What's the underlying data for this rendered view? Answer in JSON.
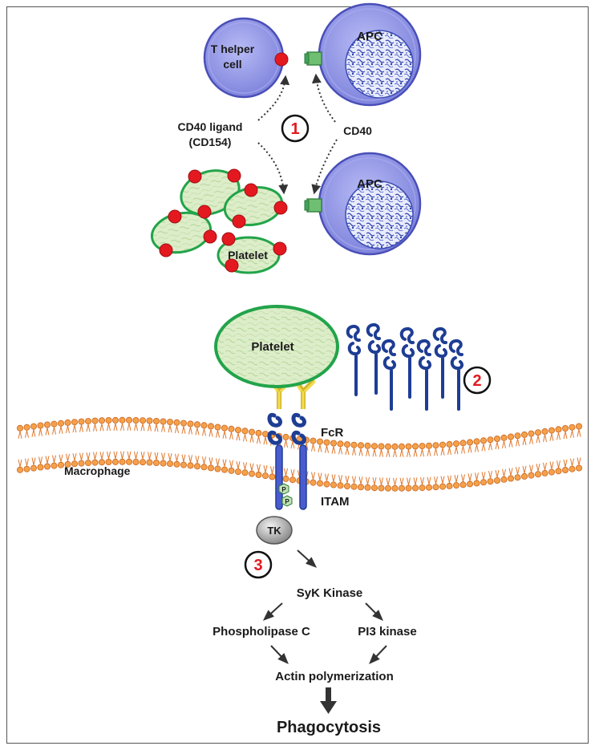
{
  "labels": {
    "t_helper_line1": "T helper",
    "t_helper_line2": "cell",
    "apc_top": "APC",
    "apc_bottom": "APC",
    "cd40_ligand": "CD40 ligand",
    "cd154": "(CD154)",
    "cd40": "CD40",
    "platelet_small": "Platelet",
    "platelet_large": "Platelet",
    "fcr": "FcR",
    "macrophage": "Macrophage",
    "itam": "ITAM",
    "phospho_p1": "P",
    "phospho_p2": "P",
    "tk": "TK",
    "syk": "SyK Kinase",
    "plc": "Phospholipase C",
    "pi3k": "PI3 kinase",
    "actin": "Actin polymerization",
    "phagocytosis": "Phagocytosis"
  },
  "steps": [
    "1",
    "2",
    "3"
  ],
  "colors": {
    "cell_purple": "#8f93e6",
    "cell_stroke": "#4a4fb8",
    "ligand_red": "#e3191f",
    "receptor_green": "#3fa35a",
    "platelet_fill": "#d8ecc4",
    "platelet_stroke": "#22a44a",
    "antibody_blue": "#1e3d94",
    "fab_yellow": "#ecd13a",
    "membrane_orange": "#f0923a"
  }
}
